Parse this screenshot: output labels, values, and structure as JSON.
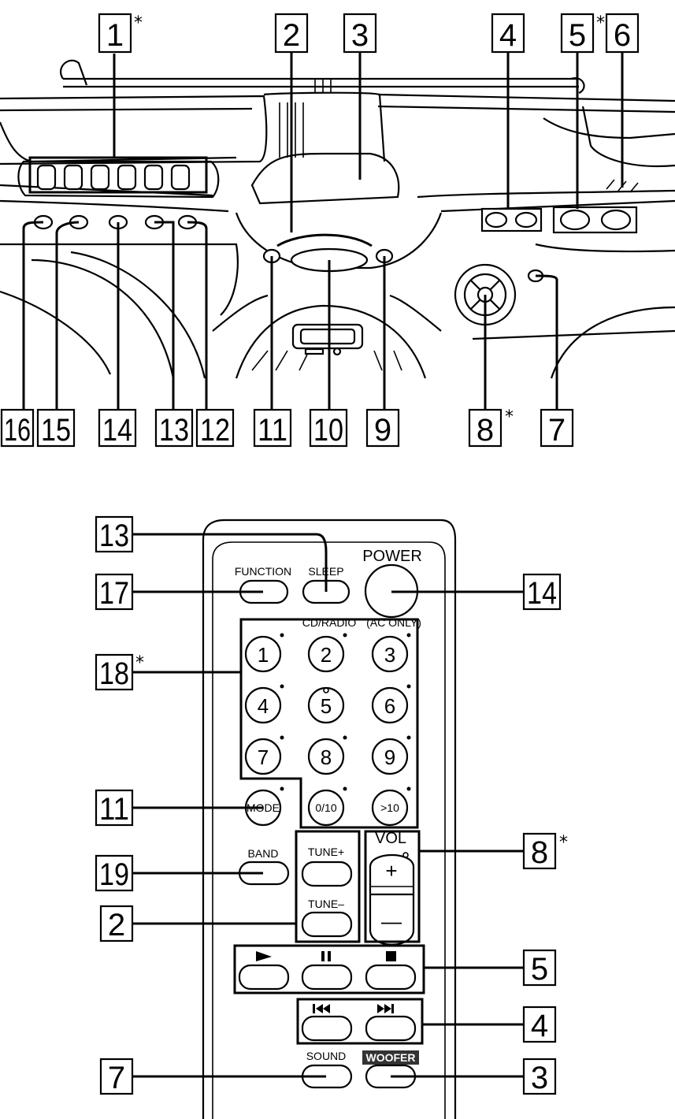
{
  "callouts_top": [
    {
      "num": "1",
      "asterisk": "*"
    },
    {
      "num": "2",
      "asterisk": ""
    },
    {
      "num": "3",
      "asterisk": ""
    },
    {
      "num": "4",
      "asterisk": ""
    },
    {
      "num": "5",
      "asterisk": "*"
    },
    {
      "num": "6",
      "asterisk": ""
    },
    {
      "num": "16",
      "asterisk": ""
    },
    {
      "num": "15",
      "asterisk": ""
    },
    {
      "num": "14",
      "asterisk": ""
    },
    {
      "num": "13",
      "asterisk": ""
    },
    {
      "num": "12",
      "asterisk": ""
    },
    {
      "num": "11",
      "asterisk": ""
    },
    {
      "num": "10",
      "asterisk": ""
    },
    {
      "num": "9",
      "asterisk": ""
    },
    {
      "num": "8",
      "asterisk": "*"
    },
    {
      "num": "7",
      "asterisk": ""
    }
  ],
  "callouts_remote": [
    {
      "num": "13",
      "asterisk": ""
    },
    {
      "num": "17",
      "asterisk": ""
    },
    {
      "num": "14",
      "asterisk": ""
    },
    {
      "num": "18",
      "asterisk": "*"
    },
    {
      "num": "11",
      "asterisk": ""
    },
    {
      "num": "19",
      "asterisk": ""
    },
    {
      "num": "8",
      "asterisk": "*"
    },
    {
      "num": "2",
      "asterisk": ""
    },
    {
      "num": "5",
      "asterisk": ""
    },
    {
      "num": "4",
      "asterisk": ""
    },
    {
      "num": "7",
      "asterisk": ""
    },
    {
      "num": "3",
      "asterisk": ""
    }
  ],
  "remote": {
    "function": "FUNCTION",
    "sleep": "SLEEP",
    "power": "POWER",
    "cd_radio": "CD/RADIO",
    "ac_only": "(AC ONLY)",
    "keys": [
      "1",
      "2",
      "3",
      "4",
      "5",
      "6",
      "7",
      "8",
      "9"
    ],
    "mode": "MODE",
    "zero_ten": "0/10",
    "gt_ten": ">10",
    "band": "BAND",
    "tune_plus": "TUNE+",
    "tune_minus": "TUNE–",
    "vol": "VOL",
    "plus": "+",
    "minus": "—",
    "sound": "SOUND",
    "woofer": "WOOFER"
  }
}
